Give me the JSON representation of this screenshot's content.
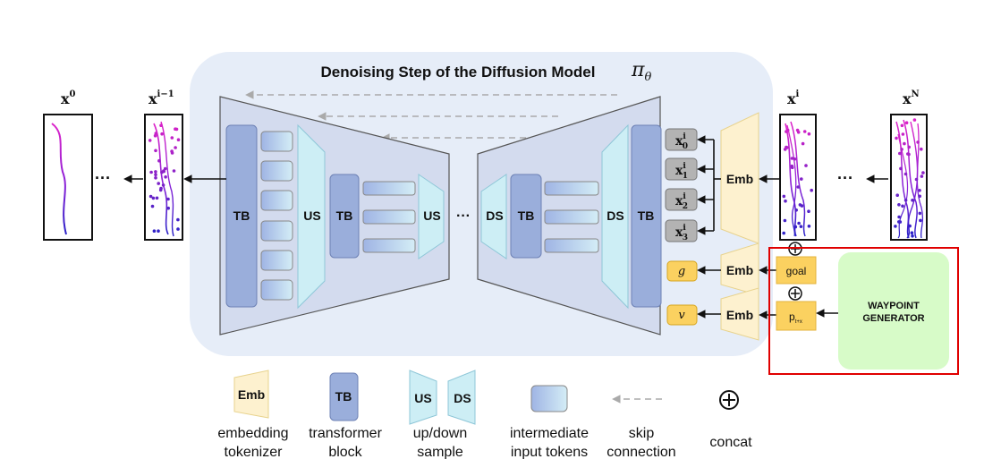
{
  "title": "Denoising Step of the Diffusion Model",
  "title_symbol": "π",
  "title_symbol_sub": "θ",
  "trajectories": {
    "x0": {
      "base": "x",
      "sup": "0"
    },
    "xim1": {
      "base": "x",
      "sup": "i−1"
    },
    "xi": {
      "base": "x",
      "sup": "i"
    },
    "xN": {
      "base": "x",
      "sup": "N"
    },
    "ellipsis": "···"
  },
  "blocks": {
    "tb": "TB",
    "us": "US",
    "ds": "DS",
    "emb": "Emb",
    "ellipsis": "···"
  },
  "tokens": {
    "x0": {
      "base": "x",
      "sup": "i",
      "sub": "0"
    },
    "x1": {
      "base": "x",
      "sup": "i",
      "sub": "1"
    },
    "x2": {
      "base": "x",
      "sup": "i",
      "sub": "2"
    },
    "x3": {
      "base": "x",
      "sup": "i",
      "sub": "3"
    },
    "g": "g",
    "v": "v"
  },
  "inputs": {
    "goal": "goal",
    "p_base": "p",
    "p_sub": "t+x",
    "concat_symbol": "⊕"
  },
  "waypoint": {
    "line1": "WAYPOINT",
    "line2": "GENERATOR"
  },
  "legend": {
    "emb": {
      "icon": "Emb",
      "line1": "embedding",
      "line2": "tokenizer"
    },
    "tb": {
      "icon": "TB",
      "line1": "transformer",
      "line2": "block"
    },
    "updown": {
      "icon_us": "US",
      "icon_ds": "DS",
      "line1": "up/down",
      "line2": "sample"
    },
    "tokens": {
      "line1": "intermediate",
      "line2": "input tokens"
    },
    "skip": {
      "line1": "skip",
      "line2": "connection"
    },
    "concat": {
      "symbol": "⊕",
      "line1": "concat"
    }
  },
  "colors": {
    "panel": "#e6edf8",
    "trapezoid": "#d3dbee",
    "tb": "#9aaedb",
    "updown": "#cdeef5",
    "emb": "#fdf1cf",
    "token_yellow": "#fbd160",
    "token_grey": "#b3b3b3",
    "waypoint": "#d7fbc8",
    "highlight": "#e00000",
    "traj_top": "#dd22c8",
    "traj_bottom": "#3322c8"
  }
}
